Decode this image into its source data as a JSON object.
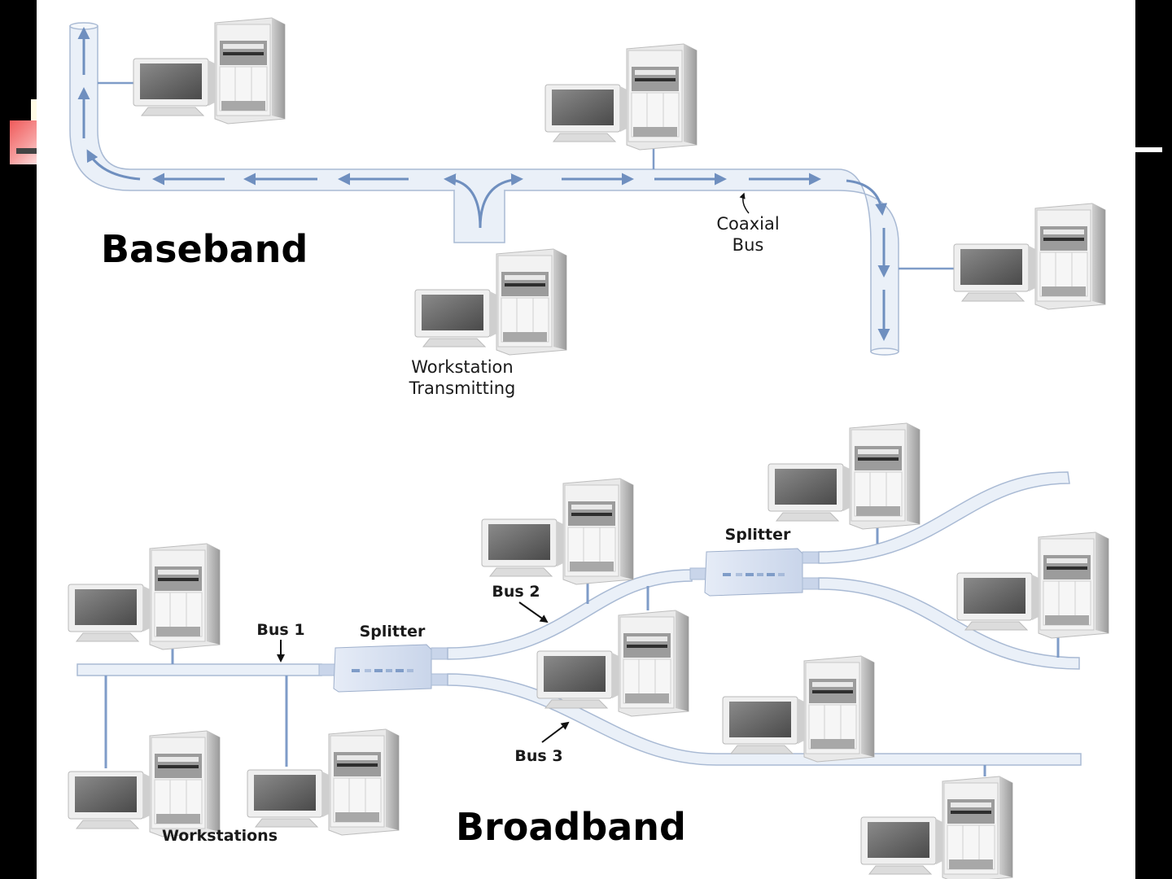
{
  "title": "Baseband vs Broadband bus networks",
  "colors": {
    "cable_fill": "#eaf0f8",
    "cable_edge": "#a9bad4",
    "arrow": "#6f8fbf",
    "drop_line": "#7f9cc8",
    "background": "#000000",
    "panel": "#ffffff"
  },
  "baseband": {
    "heading": "Baseband",
    "coaxial_label_line1": "Coaxial",
    "coaxial_label_line2": "Bus",
    "transmitter_label_line1": "Workstation",
    "transmitter_label_line2": "Transmitting",
    "workstation_count": 4
  },
  "broadband": {
    "heading": "Broadband",
    "bus1_label": "Bus 1",
    "bus2_label": "Bus 2",
    "bus3_label": "Bus 3",
    "splitter1_label": "Splitter",
    "splitter2_label": "Splitter",
    "workstations_label": "Workstations",
    "workstation_count": 9
  }
}
